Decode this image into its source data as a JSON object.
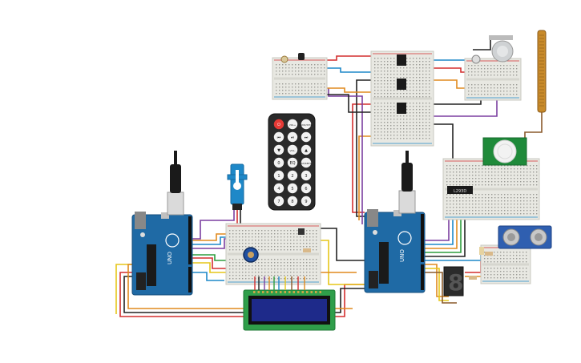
{
  "colors": {
    "arduino": "#1f6aa5",
    "breadboard": "#e8e8e2",
    "wire_red": "#d32f2f",
    "wire_black": "#222222",
    "wire_orange": "#e08a1e",
    "wire_blue": "#1e88c8",
    "wire_purple": "#7b3fa0",
    "wire_yellow": "#e6c619",
    "wire_green": "#2e9e3e",
    "wire_brown": "#8a5a2b",
    "lcd_screen": "#1e2a8a",
    "lcd_pcb": "#2f9e4a",
    "remote": "#2a2a2a",
    "seven_seg": "#2b2b2b",
    "ultrasonic": "#2f5fb0",
    "pir": "#1f8a3a",
    "flex": "#c88a2a"
  },
  "components": {
    "arduino_left": {
      "icon": "arduino-uno-icon",
      "text": "UNO"
    },
    "arduino_right": {
      "icon": "arduino-uno-icon",
      "text": "UNO"
    },
    "ic_chip": {
      "text": "L293D"
    },
    "remote": {
      "icon": "ir-remote-icon",
      "buttons": [
        "⏻",
        "VOL+",
        "FUNC/STOP",
        "⏮",
        "⏯",
        "⏭",
        "▼",
        "VOL-",
        "▲",
        "0",
        "EQ",
        "ST/REPT",
        "1",
        "2",
        "3",
        "4",
        "5",
        "6",
        "7",
        "8",
        "9"
      ]
    },
    "servo": {
      "icon": "servo-icon"
    },
    "potentiometer": {
      "icon": "potentiometer-icon"
    },
    "lcd": {
      "icon": "lcd-16x2-icon"
    },
    "seven_segment": {
      "icon": "seven-segment-icon",
      "digit": "8"
    },
    "ultrasonic": {
      "icon": "ultrasonic-sensor-icon"
    },
    "pir": {
      "icon": "pir-sensor-icon"
    },
    "gas_sensor": {
      "icon": "gas-sensor-icon"
    },
    "flex_sensor": {
      "icon": "flex-sensor-icon"
    },
    "photoresistor": {
      "icon": "photoresistor-icon"
    }
  }
}
